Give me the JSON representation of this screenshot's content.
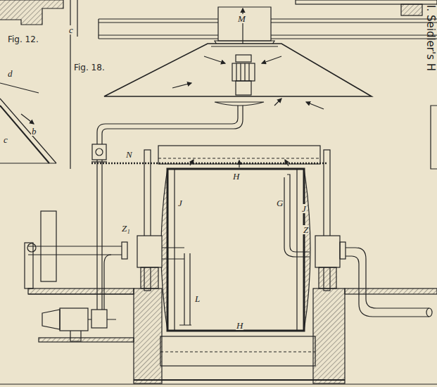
{
  "diagram": {
    "labels": [
      "Fig. 12.",
      "c",
      "d",
      "b",
      "c",
      "Fig. 18.",
      "M",
      "N",
      "H",
      "J",
      "G",
      "J",
      "Z₁",
      "Z",
      "L",
      "H",
      "I. Seidler's H"
    ]
  }
}
